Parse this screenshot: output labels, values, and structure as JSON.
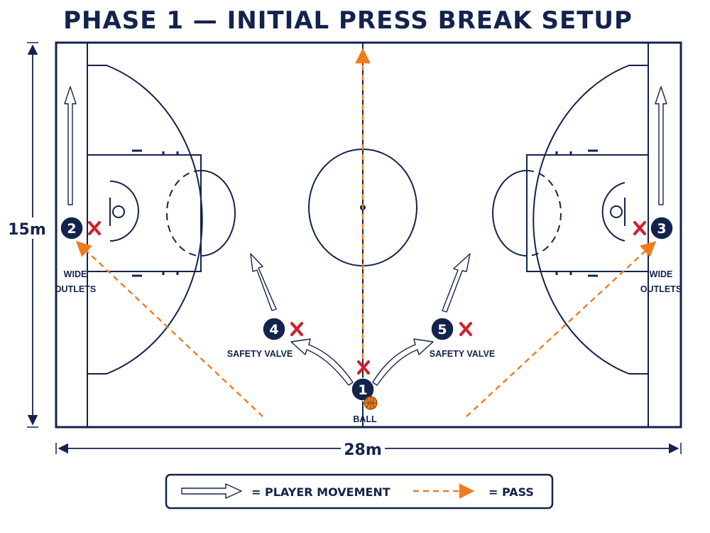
{
  "title": "PHASE 1 — INITIAL PRESS BREAK SETUP",
  "dimensions": {
    "height_label": "15m",
    "width_label": "28m"
  },
  "players": [
    {
      "number": "1",
      "role": "BALL"
    },
    {
      "number": "2",
      "role_line1": "WIDE",
      "role_line2": "OUTLETS"
    },
    {
      "number": "3",
      "role_line1": "WIDE",
      "role_line2": "OUTLETS"
    },
    {
      "number": "4",
      "role": "SAFETY VALVE"
    },
    {
      "number": "5",
      "role": "SAFETY VALVE"
    }
  ],
  "legend": {
    "movement_label": "= PLAYER MOVEMENT",
    "pass_label": "= PASS"
  },
  "colors": {
    "navy": "#13234d",
    "pass": "#f07b1d",
    "defender": "#d0202a",
    "ball": "#f07b1d"
  }
}
